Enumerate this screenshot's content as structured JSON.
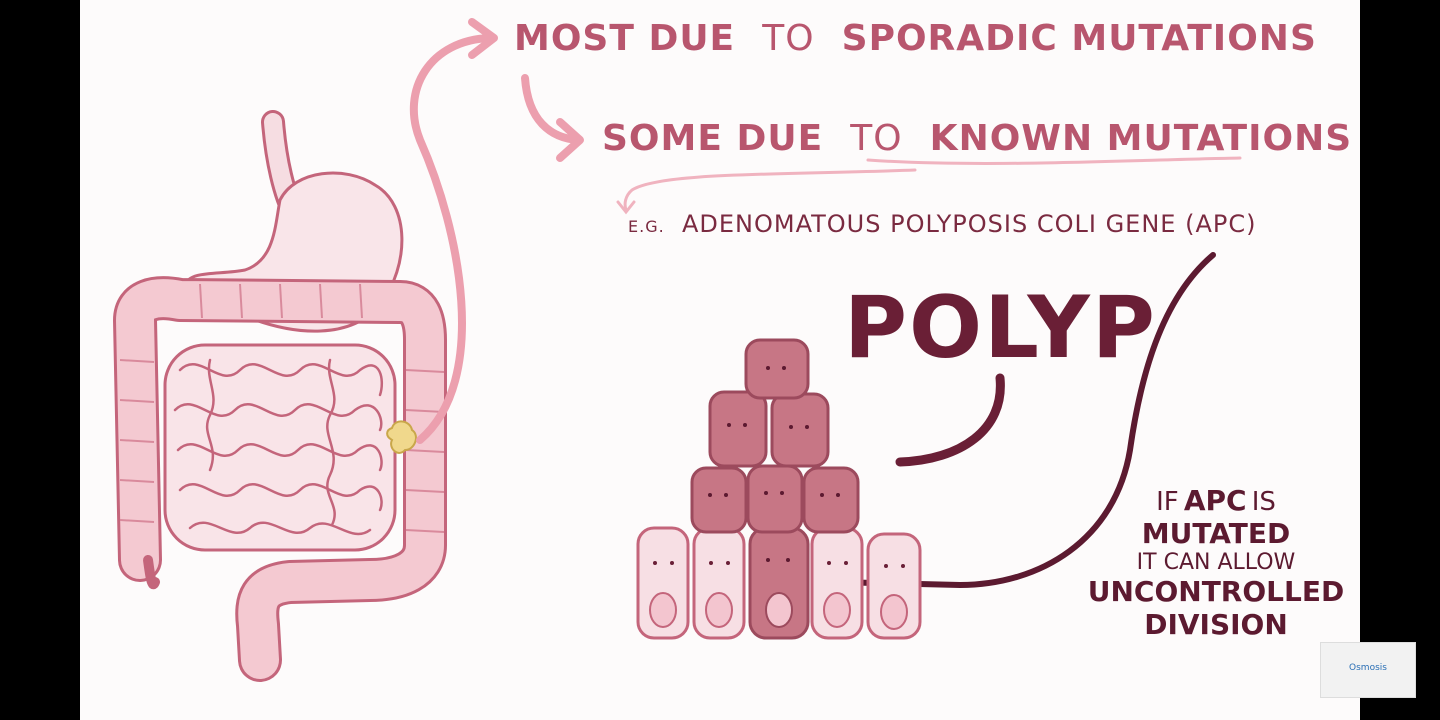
{
  "diagram": {
    "line1": {
      "a": "MOST DUE",
      "b": "TO",
      "c": "SPORADIC MUTATIONS"
    },
    "line2": {
      "a": "SOME DUE",
      "b": "TO",
      "c": "KNOWN MUTATIONS"
    },
    "example": {
      "prefix": "E.G.",
      "text": "ADENOMATOUS POLYPOSIS COLI GENE (APC)"
    },
    "polyp_label": "POLYP",
    "note": {
      "l1a": "IF",
      "l1b": "APC",
      "l1c": "IS",
      "l2": "MUTATED",
      "l3": "IT CAN ALLOW",
      "l4": "UNCONTROLLED",
      "l5": "DIVISION"
    }
  },
  "brand": {
    "name": "Osmosis"
  },
  "colors": {
    "accent": "#b8566e",
    "dark": "#6a1f36",
    "organ_fill": "#f4c9d1",
    "organ_stroke": "#c4657b",
    "cell_fill": "#f7dfe4",
    "polyp_fill": "#c77685",
    "tumor": "#f0d88c"
  }
}
